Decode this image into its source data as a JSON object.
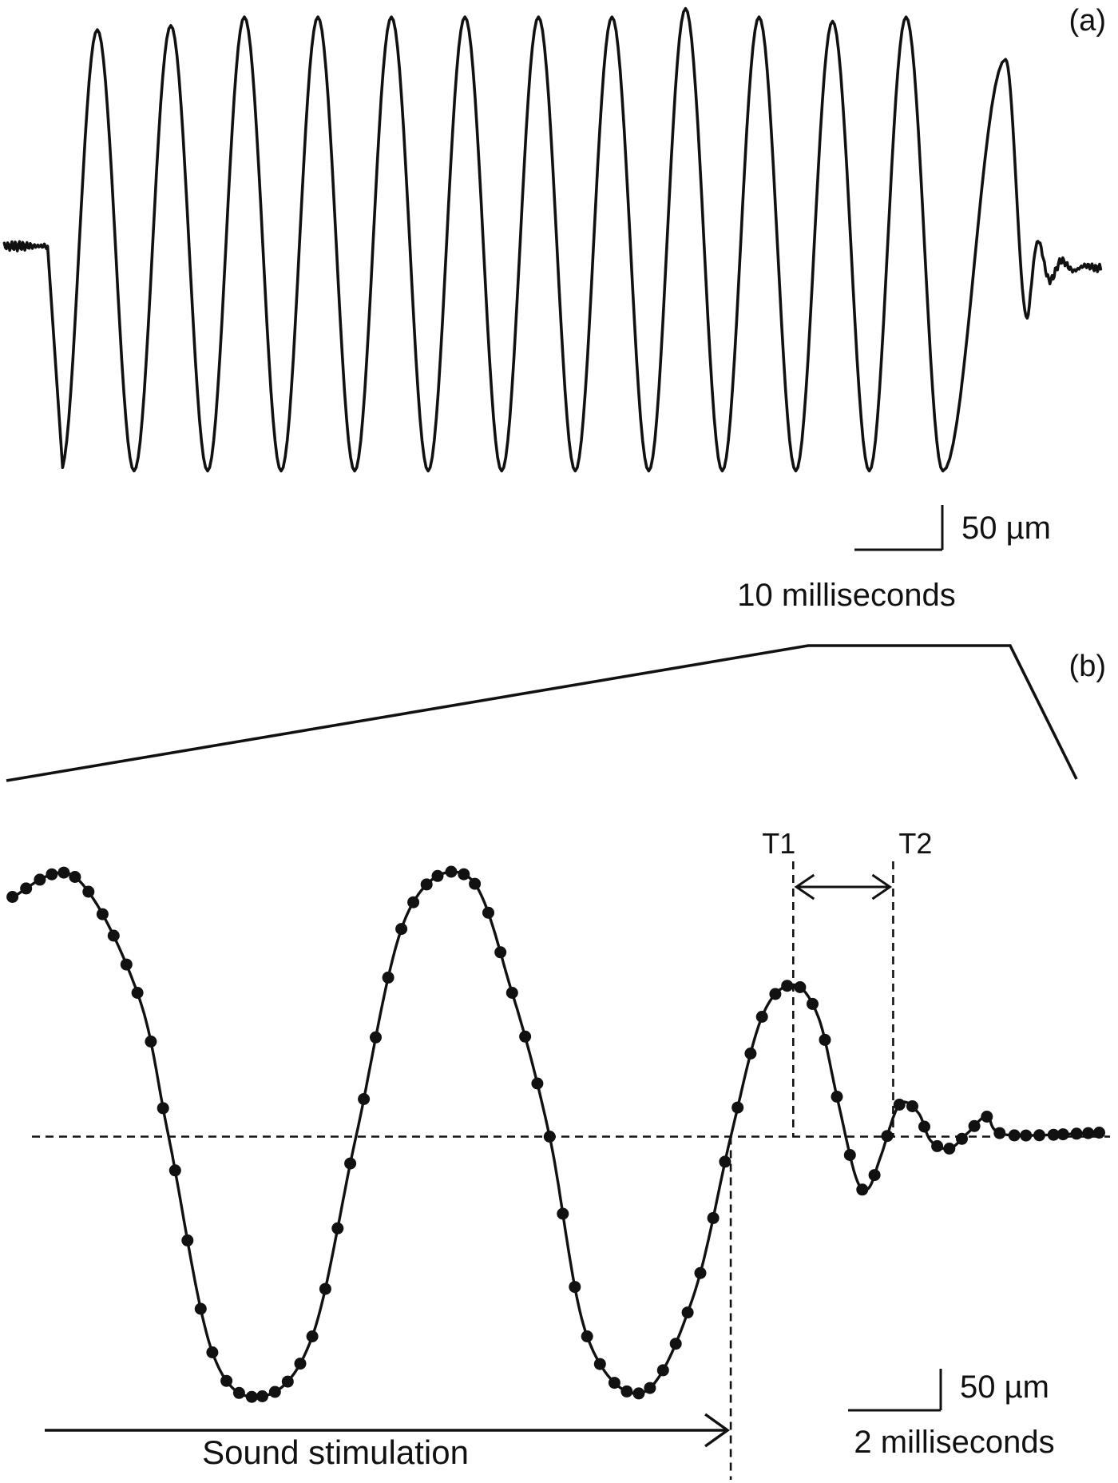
{
  "colors": {
    "trace": "#111111",
    "background": "#ffffff"
  },
  "chart_data": [
    {
      "type": "line",
      "panel_label": "(a)",
      "x_unit": "ms",
      "y_unit": "µm",
      "xlim": [
        -2.2,
        49.5
      ],
      "ylim": [
        -106,
        120
      ],
      "scale_bar": {
        "y_value": 50,
        "y_label": "50 µm",
        "x_value": 10,
        "x_label": "10 milliseconds"
      },
      "signal": {
        "baseline": 0,
        "pre_stim_level": 4,
        "onset_ms": 0,
        "first_trough": -102,
        "last_trough_ms": 41.4,
        "offset_peak_ms": 44.3,
        "offset_peak": 92,
        "offset_trough": -30,
        "steady_level": -6,
        "peaks": [
          {
            "x": 2.3,
            "y": 106
          },
          {
            "x": 5.7,
            "y": 108
          },
          {
            "x": 9.1,
            "y": 112
          },
          {
            "x": 12.5,
            "y": 112
          },
          {
            "x": 15.9,
            "y": 112
          },
          {
            "x": 19.3,
            "y": 112
          },
          {
            "x": 22.7,
            "y": 112
          },
          {
            "x": 26.1,
            "y": 112
          },
          {
            "x": 29.5,
            "y": 116
          },
          {
            "x": 32.9,
            "y": 112
          },
          {
            "x": 36.3,
            "y": 110
          },
          {
            "x": 39.7,
            "y": 112
          }
        ]
      }
    },
    {
      "type": "line",
      "panel_label": "(b)",
      "x_unit": "ms",
      "y_unit": "µm",
      "xlim": [
        -0.6,
        17.3
      ],
      "ylim": [
        -135,
        153
      ],
      "markers": true,
      "zero_line": true,
      "stimulus_offset_ms": 11.1,
      "scale_bar": {
        "y_value": 50,
        "y_label": "50 µm",
        "x_value": 2,
        "x_label": "2 milliseconds"
      },
      "annotations": [
        {
          "text": "Sound stimulation",
          "from_ms": 0,
          "to_ms": 11.1
        },
        {
          "text": "T1",
          "x_ms": 12.1
        },
        {
          "text": "T2",
          "x_ms": 13.7
        }
      ],
      "key_points": [
        {
          "x": -0.4,
          "y": 120
        },
        {
          "x": 0.6,
          "y": 130
        },
        {
          "x": 1.6,
          "y": 72
        },
        {
          "x": 2.1,
          "y": 0
        },
        {
          "x": 2.8,
          "y": -108
        },
        {
          "x": 3.6,
          "y": -130
        },
        {
          "x": 4.4,
          "y": -100
        },
        {
          "x": 5.1,
          "y": 0
        },
        {
          "x": 5.9,
          "y": 110
        },
        {
          "x": 6.9,
          "y": 130
        },
        {
          "x": 7.6,
          "y": 72
        },
        {
          "x": 8.2,
          "y": 0
        },
        {
          "x": 8.8,
          "y": -100
        },
        {
          "x": 9.7,
          "y": -128
        },
        {
          "x": 10.5,
          "y": -80
        },
        {
          "x": 11.1,
          "y": 0
        },
        {
          "x": 11.6,
          "y": 60
        },
        {
          "x": 12.1,
          "y": 76
        },
        {
          "x": 12.5,
          "y": 60
        },
        {
          "x": 12.8,
          "y": 20
        },
        {
          "x": 13.1,
          "y": -20
        },
        {
          "x": 13.3,
          "y": -26
        },
        {
          "x": 13.5,
          "y": -10
        },
        {
          "x": 13.8,
          "y": 16
        },
        {
          "x": 14.1,
          "y": 12
        },
        {
          "x": 14.3,
          "y": -2
        },
        {
          "x": 14.6,
          "y": -6
        },
        {
          "x": 14.9,
          "y": 2
        },
        {
          "x": 15.2,
          "y": 10
        },
        {
          "x": 15.5,
          "y": 1
        },
        {
          "x": 17.0,
          "y": 2
        }
      ]
    }
  ]
}
